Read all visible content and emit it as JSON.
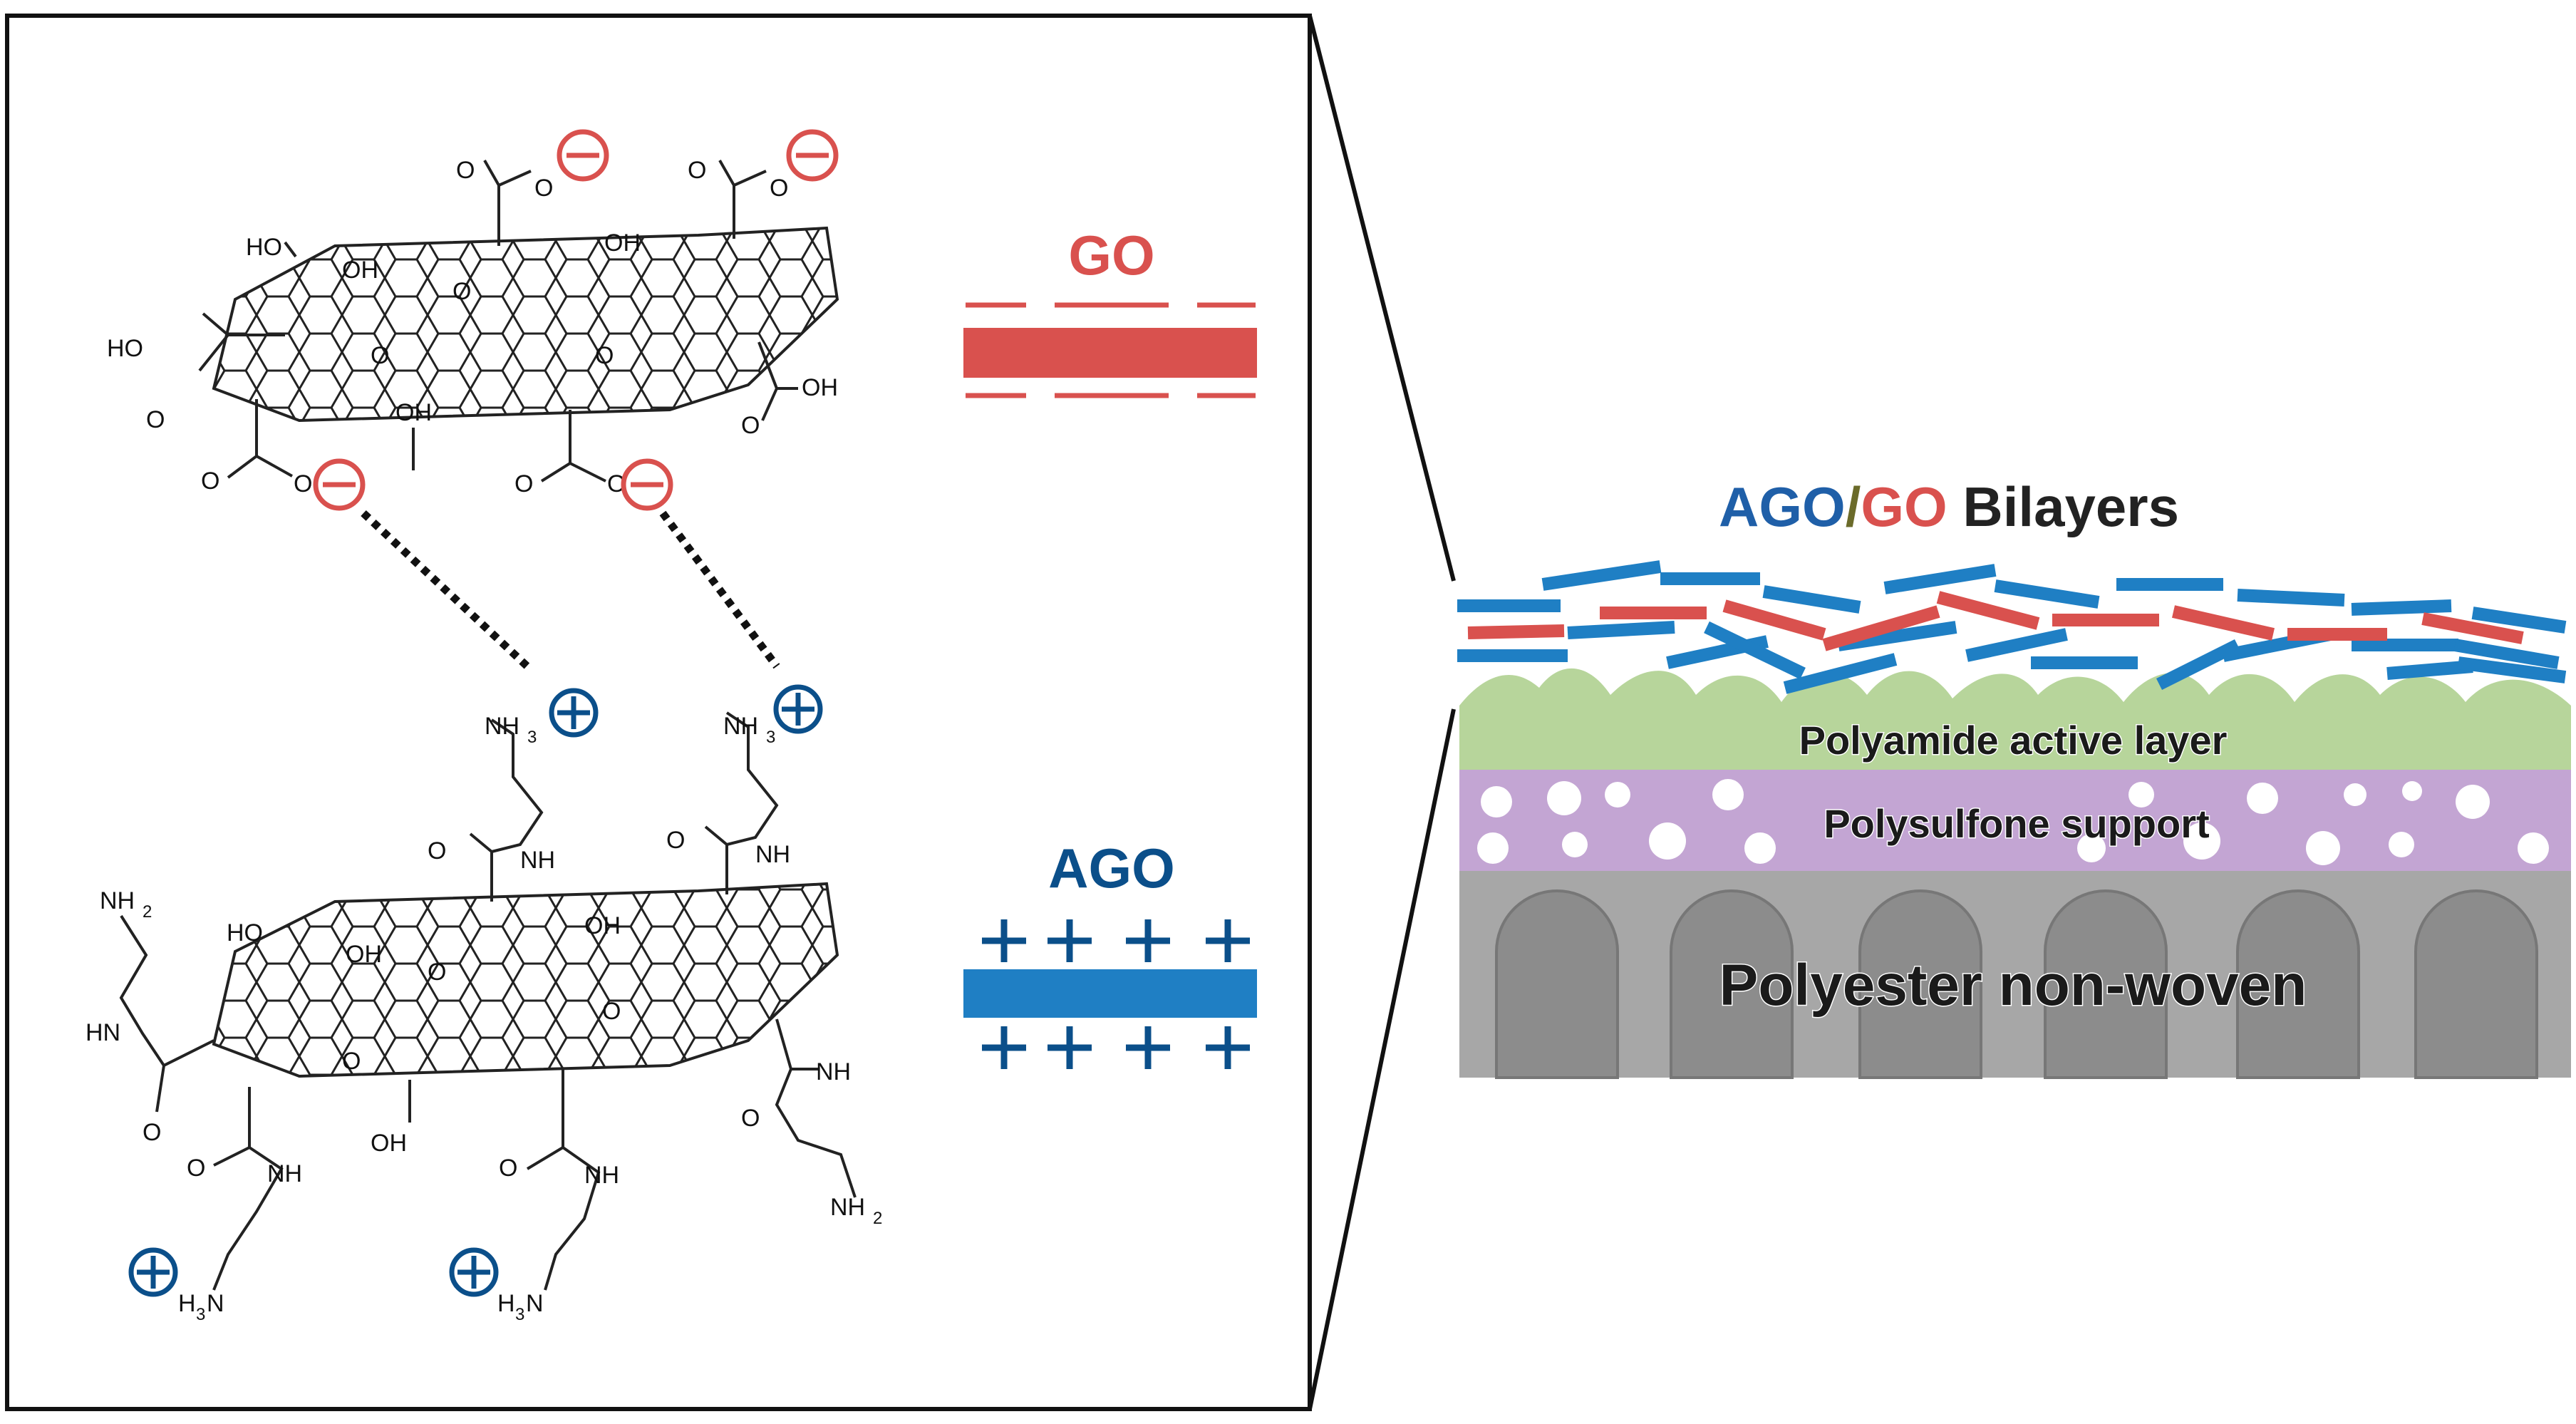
{
  "colors": {
    "go_red": "#d9514e",
    "ago_blue": "#1f7fc4",
    "charge_red": "#d9514e",
    "charge_blue": "#0b4f8a",
    "polyamide_green": "#b7d59b",
    "polysulfone_purple": "#c3a5d3",
    "polyester_gray": "#a7a7a7",
    "pore_gray": "#8c8c8c"
  },
  "legend": {
    "go_label": "GO",
    "ago_label": "AGO"
  },
  "title": {
    "ago": "AGO",
    "slash": "/",
    "go": "GO",
    "rest": " Bilayers"
  },
  "layers": {
    "polyamide": "Polyamide active layer",
    "polysulfone": "Polysulfone support",
    "polyester": "Polyester non-woven"
  },
  "chem_labels": {
    "ho": "HO",
    "oh": "OH",
    "o": "O",
    "nh": "NH",
    "hn": "HN",
    "nh2": "NH",
    "nh3": "NH",
    "h3n": "H",
    "sub2": "2",
    "sub3": "3",
    "n": "N"
  },
  "symbols": {
    "minus": "−",
    "plus": "+"
  }
}
